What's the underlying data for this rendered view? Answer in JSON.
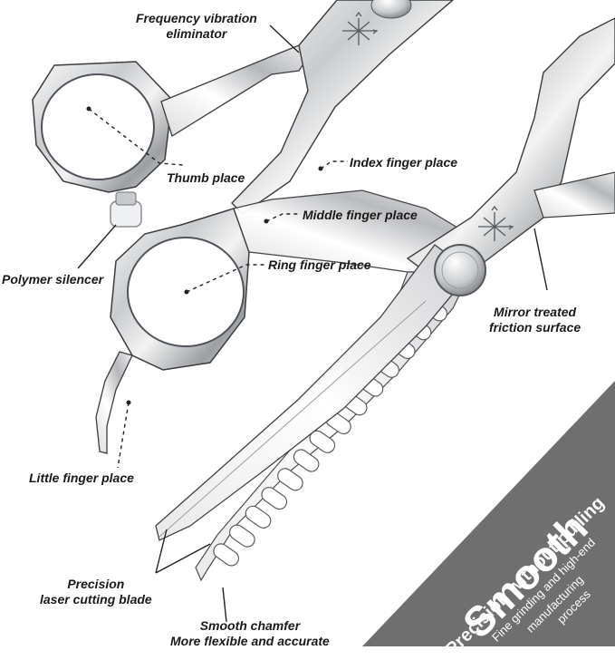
{
  "labels": {
    "frequency_vibration": "Frequency vibration\neliminator",
    "thumb_place": "Thumb place",
    "index_finger": "Index finger place",
    "middle_finger": "Middle finger place",
    "ring_finger": "Ring finger place",
    "polymer_silencer": "Polymer silencer",
    "mirror_treated": "Mirror treated\nfriction surface",
    "little_finger": "Little finger place",
    "precision_blade": "Precision\nlaser cutting blade",
    "smooth_chamfer": "Smooth chamfer\nMore flexible and accurate"
  },
  "banner": {
    "headline": "Smooth",
    "subheadline": "Precision without pulling",
    "caption_line1": "Fine grinding and high-end",
    "caption_line2": "manufacturing",
    "caption_line3": "process",
    "color": "#6f6f6f"
  },
  "colors": {
    "steel_light": "#f4f4f4",
    "steel_mid": "#b9bbbd",
    "steel_dark": "#5e6165",
    "outline": "#2e3033"
  },
  "icons": [
    "brand-arrow-logo"
  ]
}
